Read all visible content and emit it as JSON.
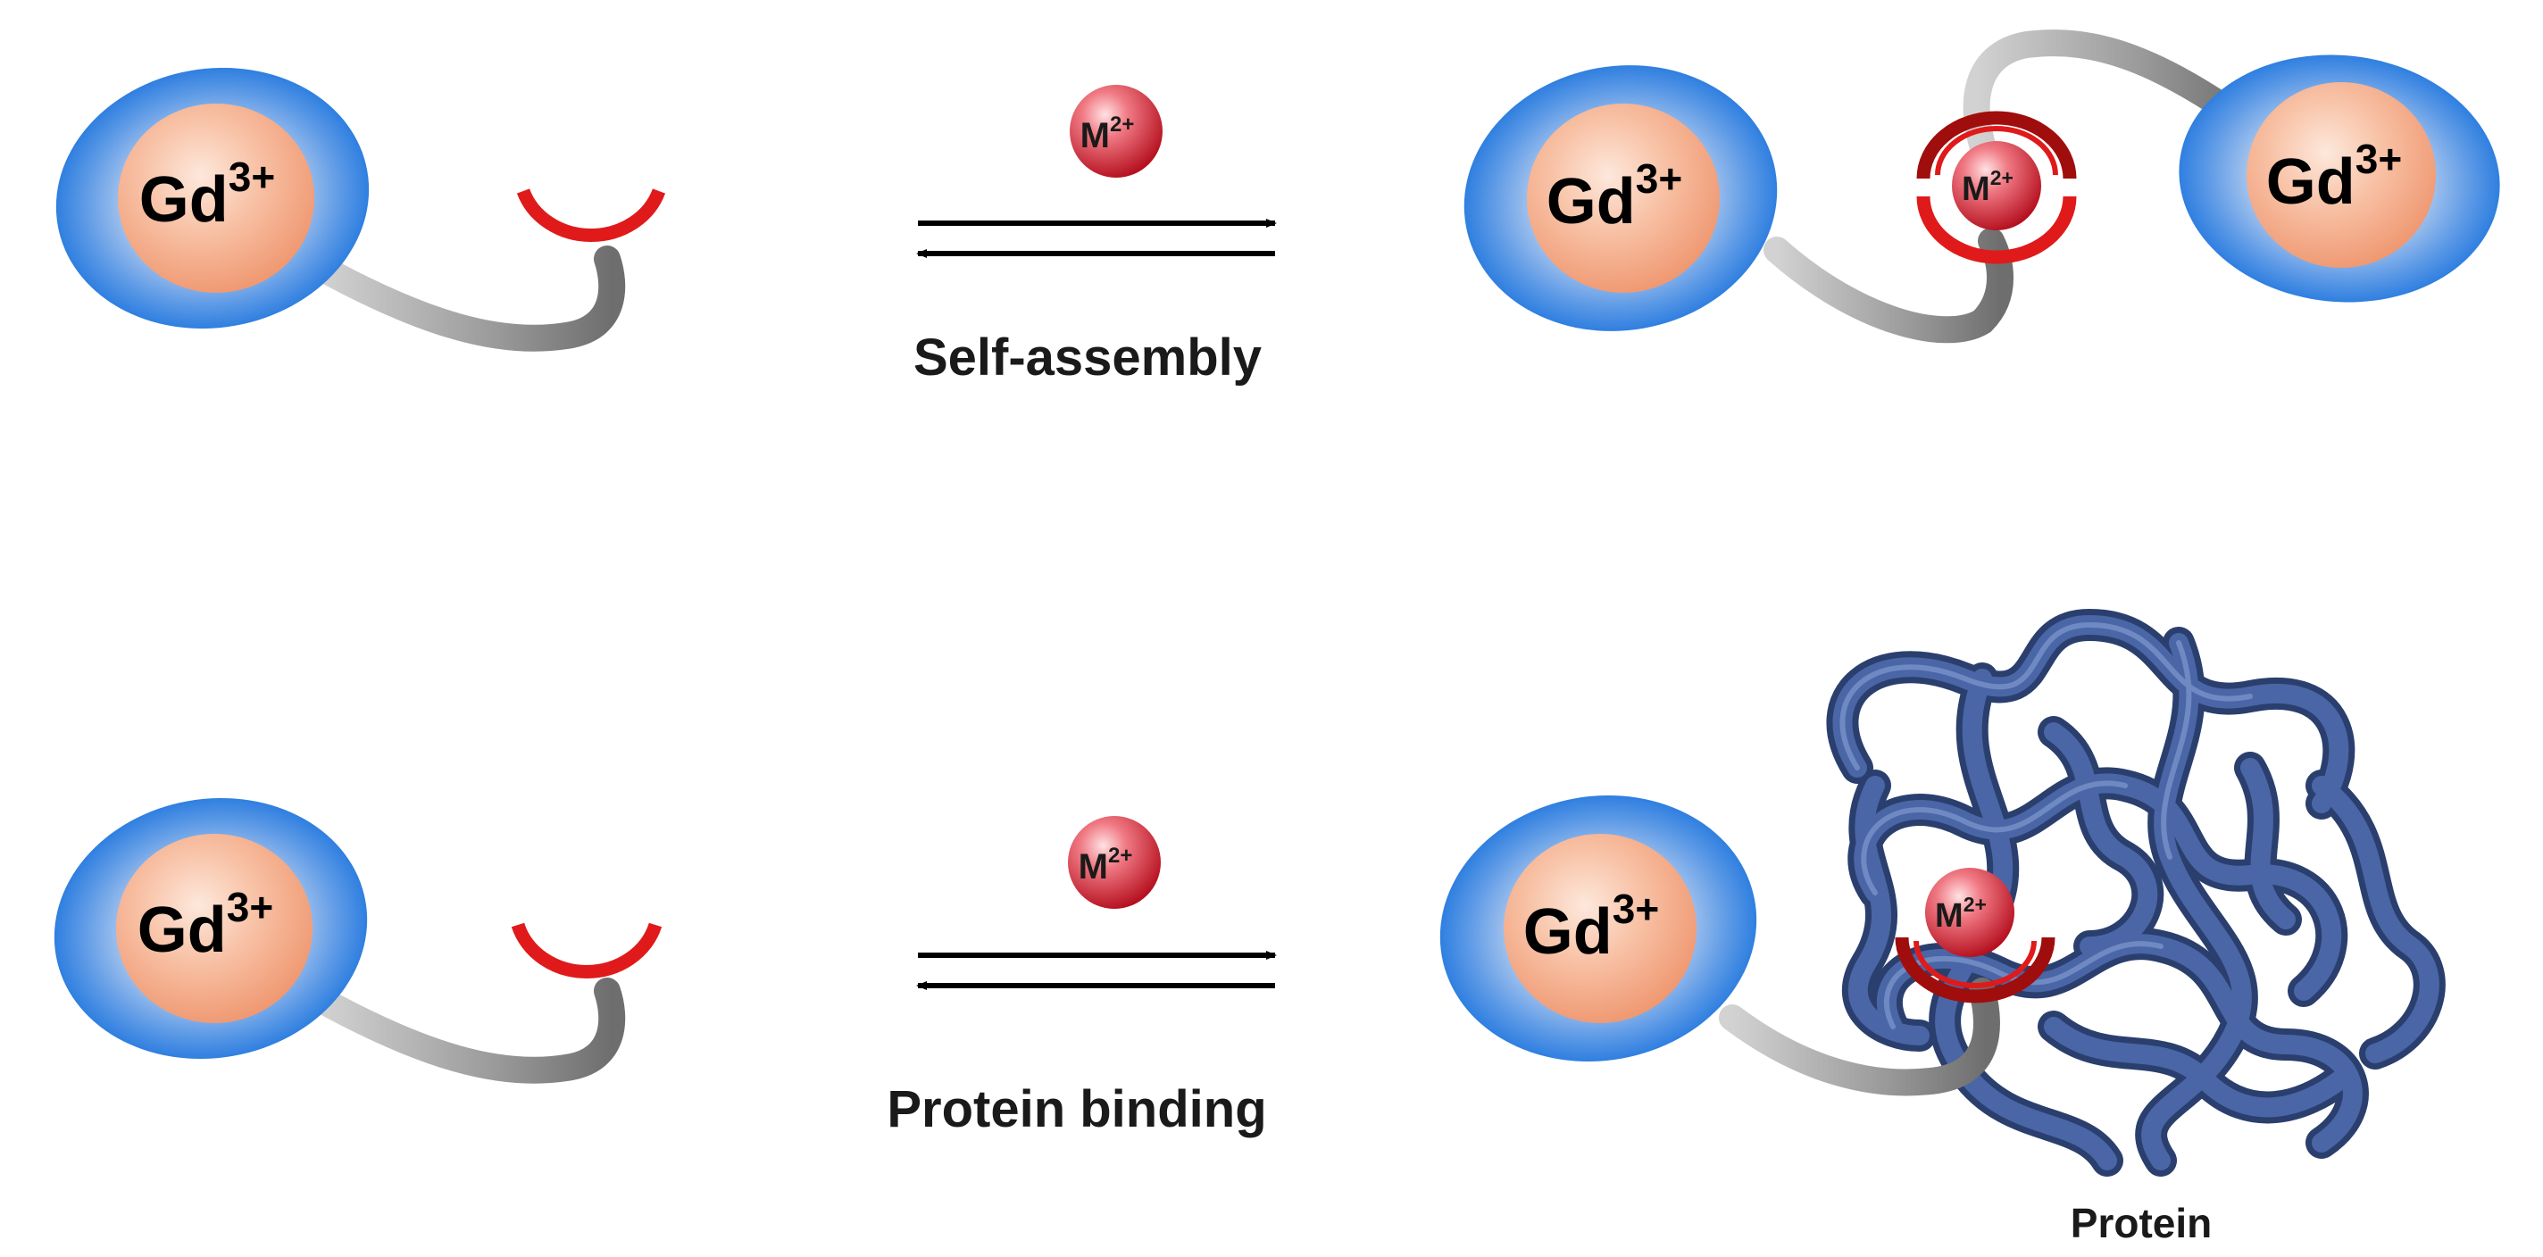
{
  "ion_label": {
    "base": "Gd",
    "charge": "3+"
  },
  "metal_label": {
    "base": "M",
    "charge": "2+"
  },
  "reactions": [
    {
      "caption": "Self-assembly"
    },
    {
      "caption": "Protein binding"
    }
  ],
  "protein_label": "Protein",
  "colors": {
    "shell": "#2f7fe0",
    "core": "#f4a27f",
    "linker": "#8c8c8c",
    "binder": "#e01a1a",
    "binder_dark": "#a00d0d",
    "metal": "#d8283a",
    "protein": "#3a5590",
    "arrow": "#000000"
  }
}
